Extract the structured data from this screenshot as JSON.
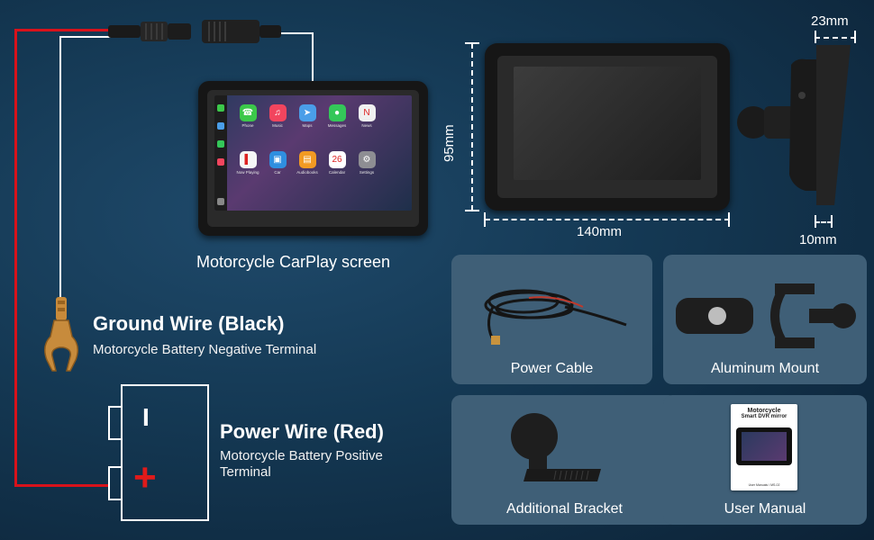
{
  "screen": {
    "caption": "Motorcycle CarPlay screen",
    "apps": [
      {
        "label": "Phone",
        "icon": "phone-icon",
        "color": "#3cc84a",
        "glyph": "☎"
      },
      {
        "label": "Music",
        "icon": "music-icon",
        "color": "#f2455e",
        "glyph": "♫"
      },
      {
        "label": "Maps",
        "icon": "maps-icon",
        "color": "#4a9ee8",
        "glyph": "➤"
      },
      {
        "label": "Messages",
        "icon": "messages-icon",
        "color": "#34c759",
        "glyph": "●"
      },
      {
        "label": "News",
        "icon": "news-icon",
        "color": "#f0f0f0",
        "glyph": "N"
      },
      {
        "label": "Now Playing",
        "icon": "now-playing-icon",
        "color": "#f6f6f6",
        "glyph": "▌"
      },
      {
        "label": "Car",
        "icon": "car-icon",
        "color": "#2f8fe0",
        "glyph": "▣"
      },
      {
        "label": "Audiobooks",
        "icon": "audiobooks-icon",
        "color": "#f29a22",
        "glyph": "▤"
      },
      {
        "label": "Calendar",
        "icon": "calendar-icon",
        "color": "#ffffff",
        "glyph": "26"
      },
      {
        "label": "Settings",
        "icon": "settings-icon",
        "color": "#8e8e93",
        "glyph": "⚙"
      }
    ]
  },
  "dimensions": {
    "height": "95mm",
    "width": "140mm",
    "depth_top": "23mm",
    "depth_bottom": "10mm"
  },
  "ground_wire": {
    "title": "Ground Wire (Black)",
    "subtitle": "Motorcycle Battery Negative Terminal"
  },
  "power_wire": {
    "title": "Power Wire (Red)",
    "subtitle": "Motorcycle Battery Positive Terminal"
  },
  "battery": {
    "negative_symbol": "I",
    "positive_symbol": "+"
  },
  "accessories": [
    {
      "label": "Power Cable"
    },
    {
      "label": "Aluminum Mount"
    },
    {
      "label": "Additional Bracket"
    },
    {
      "label": "User Manual"
    }
  ],
  "manual": {
    "title_line1": "Motorcycle",
    "title_line2": "Smart DVR mirror",
    "footer": "User Manuals / MS-02"
  },
  "colors": {
    "power_wire": "#d8121b",
    "ground_wire": "#ffffff",
    "card": "#3f5f77"
  }
}
